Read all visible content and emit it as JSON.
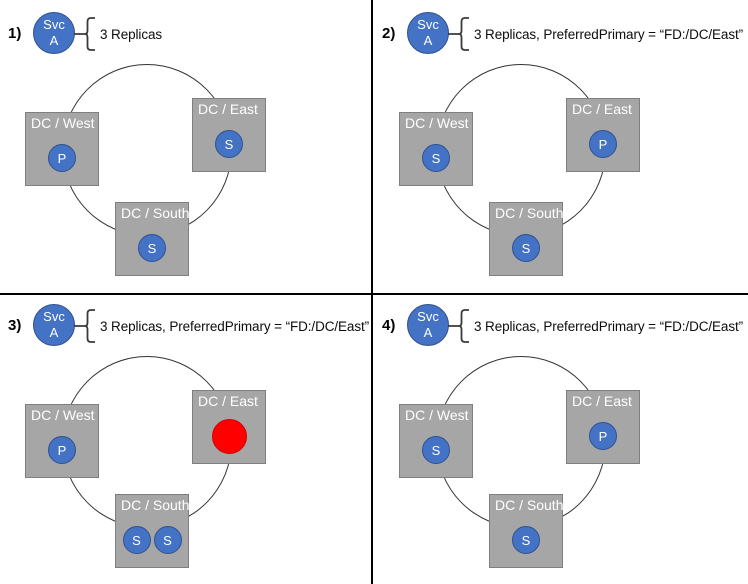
{
  "palette": {
    "replica_blue": "#4472C4",
    "replica_blue_border": "#2F528F",
    "box_gray": "#A6A6A6",
    "box_gray_border": "#7F7F7F",
    "failed_red": "#FF0000",
    "divider_black": "#000000",
    "text_white": "#FFFFFF"
  },
  "service_node": {
    "line1": "Svc",
    "line2": "A"
  },
  "quadrants": [
    {
      "label": "1)",
      "annotation": "3 Replicas",
      "domains": [
        {
          "name": "DC / West",
          "replicas": [
            {
              "letter": "P",
              "type": "primary"
            }
          ]
        },
        {
          "name": "DC / East",
          "replicas": [
            {
              "letter": "S",
              "type": "secondary"
            }
          ]
        },
        {
          "name": "DC / South",
          "replicas": [
            {
              "letter": "S",
              "type": "secondary"
            }
          ]
        }
      ]
    },
    {
      "label": "2)",
      "annotation": "3 Replicas, PreferredPrimary = “FD:/DC/East”",
      "domains": [
        {
          "name": "DC / West",
          "replicas": [
            {
              "letter": "S",
              "type": "secondary"
            }
          ]
        },
        {
          "name": "DC / East",
          "replicas": [
            {
              "letter": "P",
              "type": "primary"
            }
          ]
        },
        {
          "name": "DC / South",
          "replicas": [
            {
              "letter": "S",
              "type": "secondary"
            }
          ]
        }
      ]
    },
    {
      "label": "3)",
      "annotation": "3 Replicas, PreferredPrimary = “FD:/DC/East”",
      "domains": [
        {
          "name": "DC / West",
          "replicas": [
            {
              "letter": "P",
              "type": "primary"
            }
          ]
        },
        {
          "name": "DC / East",
          "replicas": [
            {
              "letter": "",
              "type": "failed"
            }
          ]
        },
        {
          "name": "DC / South",
          "replicas": [
            {
              "letter": "S",
              "type": "secondary"
            },
            {
              "letter": "S",
              "type": "secondary"
            }
          ]
        }
      ]
    },
    {
      "label": "4)",
      "annotation": "3 Replicas, PreferredPrimary = “FD:/DC/East”",
      "domains": [
        {
          "name": "DC / West",
          "replicas": [
            {
              "letter": "S",
              "type": "secondary"
            }
          ]
        },
        {
          "name": "DC / East",
          "replicas": [
            {
              "letter": "P",
              "type": "primary"
            }
          ]
        },
        {
          "name": "DC / South",
          "replicas": [
            {
              "letter": "S",
              "type": "secondary"
            }
          ]
        }
      ]
    }
  ]
}
